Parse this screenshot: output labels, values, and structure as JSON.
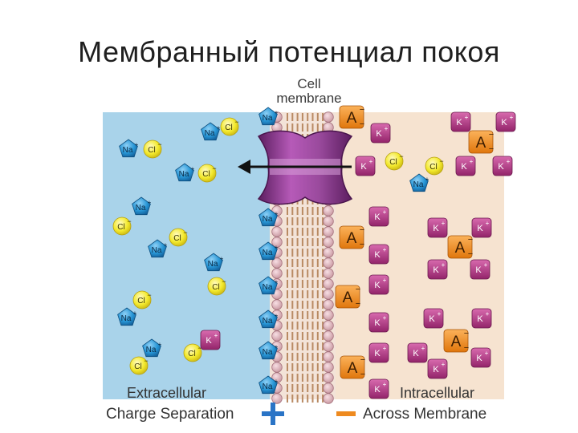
{
  "title": "Мембранный потенциал покоя",
  "membrane_label_line1": "Cell",
  "membrane_label_line2": "membrane",
  "extracellular_label": "Extracellular",
  "intracellular_label": "Intracellular",
  "bottom_left_label": "Charge Separation",
  "bottom_right_label": "Across Membrane",
  "ion_labels": {
    "na": "Na",
    "cl": "Cl",
    "k": "K",
    "a": "A",
    "plus": "+",
    "minus": "−"
  },
  "colors": {
    "extracellular": "#a9d3ea",
    "intracellular": "#f6e3d0",
    "sodium": "#1f8fd1",
    "chloride": "#f2ea2a",
    "potassium": "#b0347f",
    "anion": "#ee8a1f",
    "channel": "#8a3a8c",
    "plus_sign": "#2a74c6",
    "minus_sign": "#ee8a1f"
  }
}
